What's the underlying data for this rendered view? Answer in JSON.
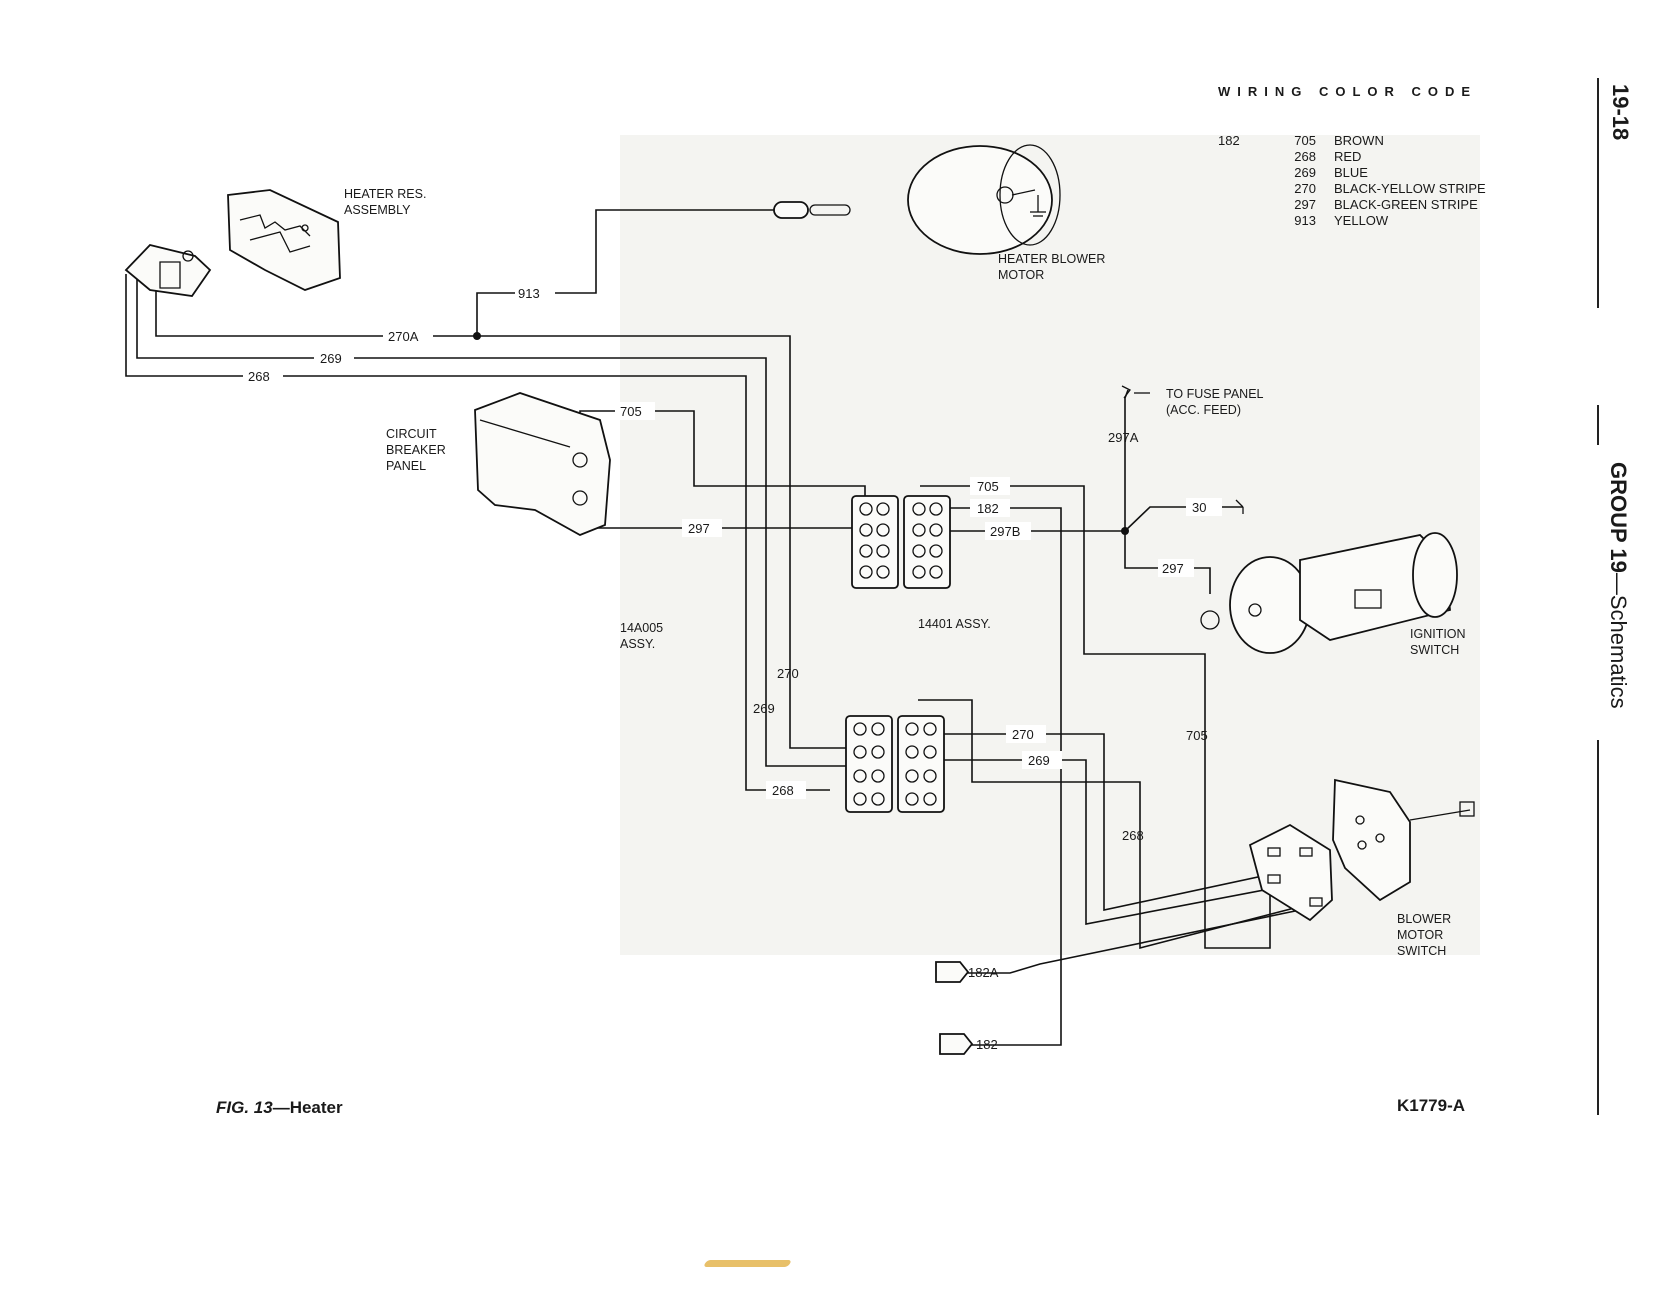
{
  "wiring_color_code": {
    "title": "WIRING COLOR CODE",
    "entries": [
      {
        "circuit_a": "182",
        "circuit_b": "705",
        "color": "BROWN"
      },
      {
        "circuit_a": "",
        "circuit_b": "268",
        "color": "RED"
      },
      {
        "circuit_a": "",
        "circuit_b": "269",
        "color": "BLUE"
      },
      {
        "circuit_a": "",
        "circuit_b": "270",
        "color": "BLACK-YELLOW STRIPE"
      },
      {
        "circuit_a": "",
        "circuit_b": "297",
        "color": "BLACK-GREEN STRIPE"
      },
      {
        "circuit_a": "",
        "circuit_b": "913",
        "color": "YELLOW"
      }
    ]
  },
  "components": {
    "heater_res_line1": "HEATER RES.",
    "heater_res_line2": "ASSEMBLY",
    "blower_motor_line1": "HEATER BLOWER",
    "blower_motor_line2": "MOTOR",
    "circuit_breaker_line1": "CIRCUIT",
    "circuit_breaker_line2": "BREAKER",
    "circuit_breaker_line3": "PANEL",
    "fuse_panel_line1": "TO FUSE PANEL",
    "fuse_panel_line2": "(ACC. FEED)",
    "assy_14a005_line1": "14A005",
    "assy_14a005_line2": "ASSY.",
    "assy_14401": "14401 ASSY.",
    "ignition_line1": "IGNITION",
    "ignition_line2": "SWITCH",
    "blower_switch_line1": "BLOWER",
    "blower_switch_line2": "MOTOR",
    "blower_switch_line3": "SWITCH"
  },
  "wire_labels": {
    "w913": "913",
    "w270A": "270A",
    "w269_top": "269",
    "w268_top": "268",
    "w705_cb": "705",
    "w297_cb": "297",
    "w705_conn": "705",
    "w182_conn": "182",
    "w297B": "297B",
    "w297A": "297A",
    "w30": "30",
    "w297_ign": "297",
    "w270_mid": "270",
    "w269_mid": "269",
    "w268_mid": "268",
    "w270_right": "270",
    "w269_right": "269",
    "w705_right": "705",
    "w268_right": "268",
    "w182A": "182A",
    "w182_bottom": "182"
  },
  "page": {
    "page_number": "19-18",
    "group_bold": "GROUP 19",
    "group_rest": "—Schematics",
    "figure_num": "FIG. 13",
    "figure_rest": "—Heater",
    "figure_code": "K1779-A"
  }
}
